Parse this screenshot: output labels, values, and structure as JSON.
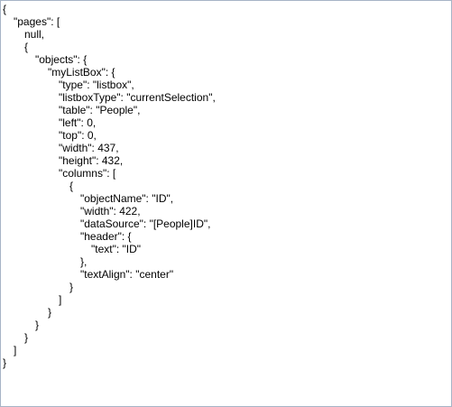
{
  "editor": {
    "lines": [
      {
        "indent": 0,
        "text": "{"
      },
      {
        "indent": 1,
        "text": "\"pages\": ["
      },
      {
        "indent": 2,
        "text": "null,"
      },
      {
        "indent": 2,
        "text": "{"
      },
      {
        "indent": 3,
        "text": "\"objects\": {"
      },
      {
        "indent": 4,
        "text": "\"myListBox\": {"
      },
      {
        "indent": 5,
        "text": "\"type\": \"listbox\","
      },
      {
        "indent": 5,
        "text": "\"listboxType\": \"currentSelection\","
      },
      {
        "indent": 5,
        "text": "\"table\": \"People\","
      },
      {
        "indent": 5,
        "text": "\"left\": 0,"
      },
      {
        "indent": 5,
        "text": "\"top\": 0,"
      },
      {
        "indent": 5,
        "text": "\"width\": 437,"
      },
      {
        "indent": 5,
        "text": "\"height\": 432,"
      },
      {
        "indent": 5,
        "text": "\"columns\": ["
      },
      {
        "indent": 6,
        "text": "{"
      },
      {
        "indent": 7,
        "text": "\"objectName\": \"ID\","
      },
      {
        "indent": 7,
        "text": "\"width\": 422,"
      },
      {
        "indent": 7,
        "text": "\"dataSource\": \"[People]ID\","
      },
      {
        "indent": 7,
        "text": "\"header\": {"
      },
      {
        "indent": 8,
        "text": "\"text\": \"ID\""
      },
      {
        "indent": 7,
        "text": "},"
      },
      {
        "indent": 7,
        "text": "\"textAlign\": \"center\""
      },
      {
        "indent": 6,
        "text": "}"
      },
      {
        "indent": 5,
        "text": "]"
      },
      {
        "indent": 4,
        "text": "}"
      },
      {
        "indent": 3,
        "text": "}"
      },
      {
        "indent": 2,
        "text": "}"
      },
      {
        "indent": 1,
        "text": "]"
      },
      {
        "indent": 0,
        "text": "}"
      }
    ]
  }
}
